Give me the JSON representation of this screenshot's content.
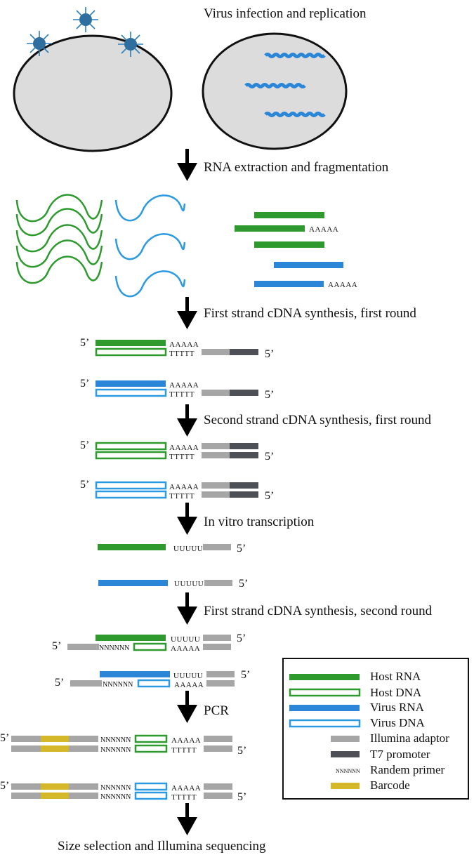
{
  "steps": {
    "s1": "Virus infection and replication",
    "s2": "RNA extraction and fragmentation",
    "s3": "First strand cDNA synthesis, first round",
    "s4": "Second strand cDNA synthesis, first round",
    "s5": "In vitro transcription",
    "s6": "First strand cDNA synthesis, second round",
    "s7": "PCR",
    "s8": "Size selection and Illumina sequencing"
  },
  "labels": {
    "five_prime": "5’",
    "polyA": "AAAAA",
    "polyT": "TTTTT",
    "polyU": "UUUUU",
    "random": "NNNNNN"
  },
  "legend": {
    "host_rna": "Host RNA",
    "host_dna": "Host DNA",
    "virus_rna": "Virus RNA",
    "virus_dna": "Virus DNA",
    "illumina_adaptor": "Illumina adaptor",
    "t7_promoter": "T7 promoter",
    "random_primer": "Randem primer",
    "random_primer_glyph": "NNNNNN",
    "barcode": "Barcode"
  },
  "colors": {
    "host": "#2e9a2e",
    "virus": "#2b86d8",
    "adaptor": "#a6a6a6",
    "t7": "#4d5056",
    "barcode": "#d4b82a",
    "cell": "#dcdcdc"
  }
}
